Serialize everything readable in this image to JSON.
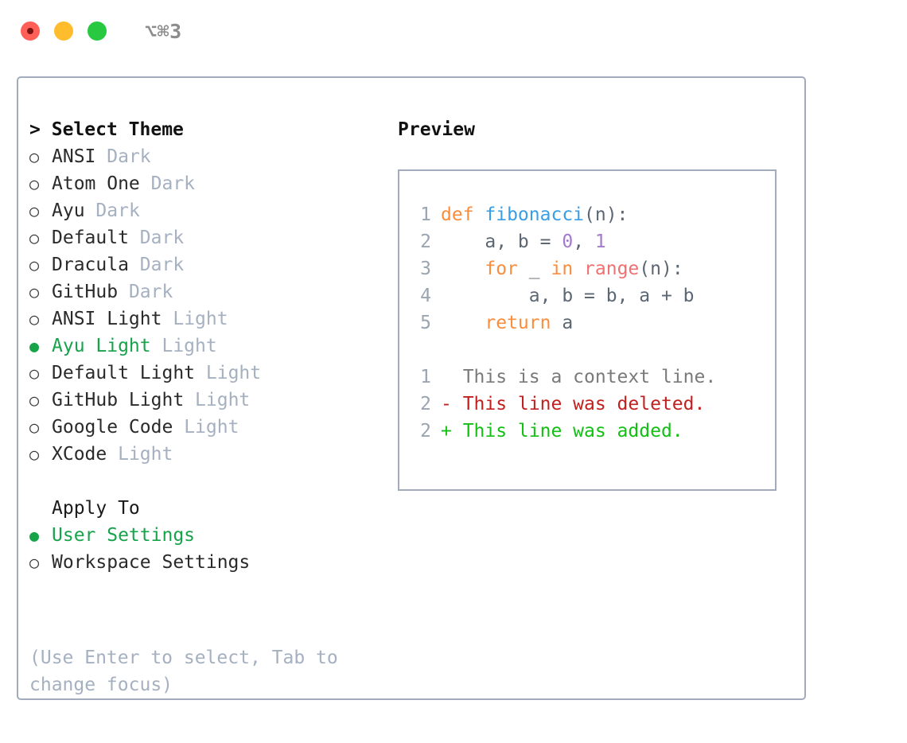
{
  "window": {
    "title": "⌥⌘3",
    "traffic_lights": [
      "close-red",
      "minimize-yellow",
      "maximize-green"
    ]
  },
  "left": {
    "header": {
      "caret": ">",
      "label": "Select Theme"
    },
    "themes": [
      {
        "bullet": "○",
        "name": "ANSI",
        "variant": "Dark",
        "selected": false
      },
      {
        "bullet": "○",
        "name": "Atom One",
        "variant": "Dark",
        "selected": false
      },
      {
        "bullet": "○",
        "name": "Ayu",
        "variant": "Dark",
        "selected": false
      },
      {
        "bullet": "○",
        "name": "Default",
        "variant": "Dark",
        "selected": false
      },
      {
        "bullet": "○",
        "name": "Dracula",
        "variant": "Dark",
        "selected": false
      },
      {
        "bullet": "○",
        "name": "GitHub",
        "variant": "Dark",
        "selected": false
      },
      {
        "bullet": "○",
        "name": "ANSI Light",
        "variant": "Light",
        "selected": false
      },
      {
        "bullet": "●",
        "name": "Ayu Light",
        "variant": "Light",
        "selected": true
      },
      {
        "bullet": "○",
        "name": "Default Light",
        "variant": "Light",
        "selected": false
      },
      {
        "bullet": "○",
        "name": "GitHub Light",
        "variant": "Light",
        "selected": false
      },
      {
        "bullet": "○",
        "name": "Google Code",
        "variant": "Light",
        "selected": false
      },
      {
        "bullet": "○",
        "name": "XCode",
        "variant": "Light",
        "selected": false
      }
    ],
    "apply_to": {
      "label": "Apply To",
      "options": [
        {
          "bullet": "●",
          "name": "User Settings",
          "selected": true
        },
        {
          "bullet": "○",
          "name": "Workspace Settings",
          "selected": false
        }
      ]
    },
    "hint": "(Use Enter to select, Tab to change focus)"
  },
  "preview": {
    "title": "Preview",
    "code": [
      {
        "ln": "1",
        "tokens": [
          {
            "t": "def ",
            "c": "kw"
          },
          {
            "t": "fibonacci",
            "c": "fn"
          },
          {
            "t": "(n):",
            "c": "punct"
          }
        ]
      },
      {
        "ln": "2",
        "tokens": [
          {
            "t": "    a, b ",
            "c": "var"
          },
          {
            "t": "= ",
            "c": "punct"
          },
          {
            "t": "0",
            "c": "num"
          },
          {
            "t": ", ",
            "c": "punct"
          },
          {
            "t": "1",
            "c": "num"
          }
        ]
      },
      {
        "ln": "3",
        "tokens": [
          {
            "t": "    ",
            "c": "var"
          },
          {
            "t": "for ",
            "c": "kw"
          },
          {
            "t": "_ ",
            "c": "var"
          },
          {
            "t": "in ",
            "c": "kw"
          },
          {
            "t": "range",
            "c": "call"
          },
          {
            "t": "(n):",
            "c": "punct"
          }
        ]
      },
      {
        "ln": "4",
        "tokens": [
          {
            "t": "        a, b ",
            "c": "var"
          },
          {
            "t": "= ",
            "c": "punct"
          },
          {
            "t": "b, a ",
            "c": "var"
          },
          {
            "t": "+ ",
            "c": "punct"
          },
          {
            "t": "b",
            "c": "var"
          }
        ]
      },
      {
        "ln": "5",
        "tokens": [
          {
            "t": "    ",
            "c": "var"
          },
          {
            "t": "return ",
            "c": "kw"
          },
          {
            "t": "a",
            "c": "var"
          }
        ]
      }
    ],
    "diff": [
      {
        "ln": "1",
        "marker": " ",
        "text": "  This is a context line.",
        "kind": "ctx"
      },
      {
        "ln": "2",
        "marker": "-",
        "text": "- This line was deleted.",
        "kind": "del"
      },
      {
        "ln": "2",
        "marker": "+",
        "text": "+ This line was added.",
        "kind": "add"
      }
    ]
  },
  "colors": {
    "accent_green": "#16a34a",
    "muted": "#a5b0c0",
    "border": "#a2abbb",
    "kw_orange": "#fa8d3e",
    "fn_blue": "#399ee6",
    "num_purple": "#a37acc",
    "call_red": "#f07171",
    "diff_del": "#c21f1f",
    "diff_add": "#14bf14"
  }
}
